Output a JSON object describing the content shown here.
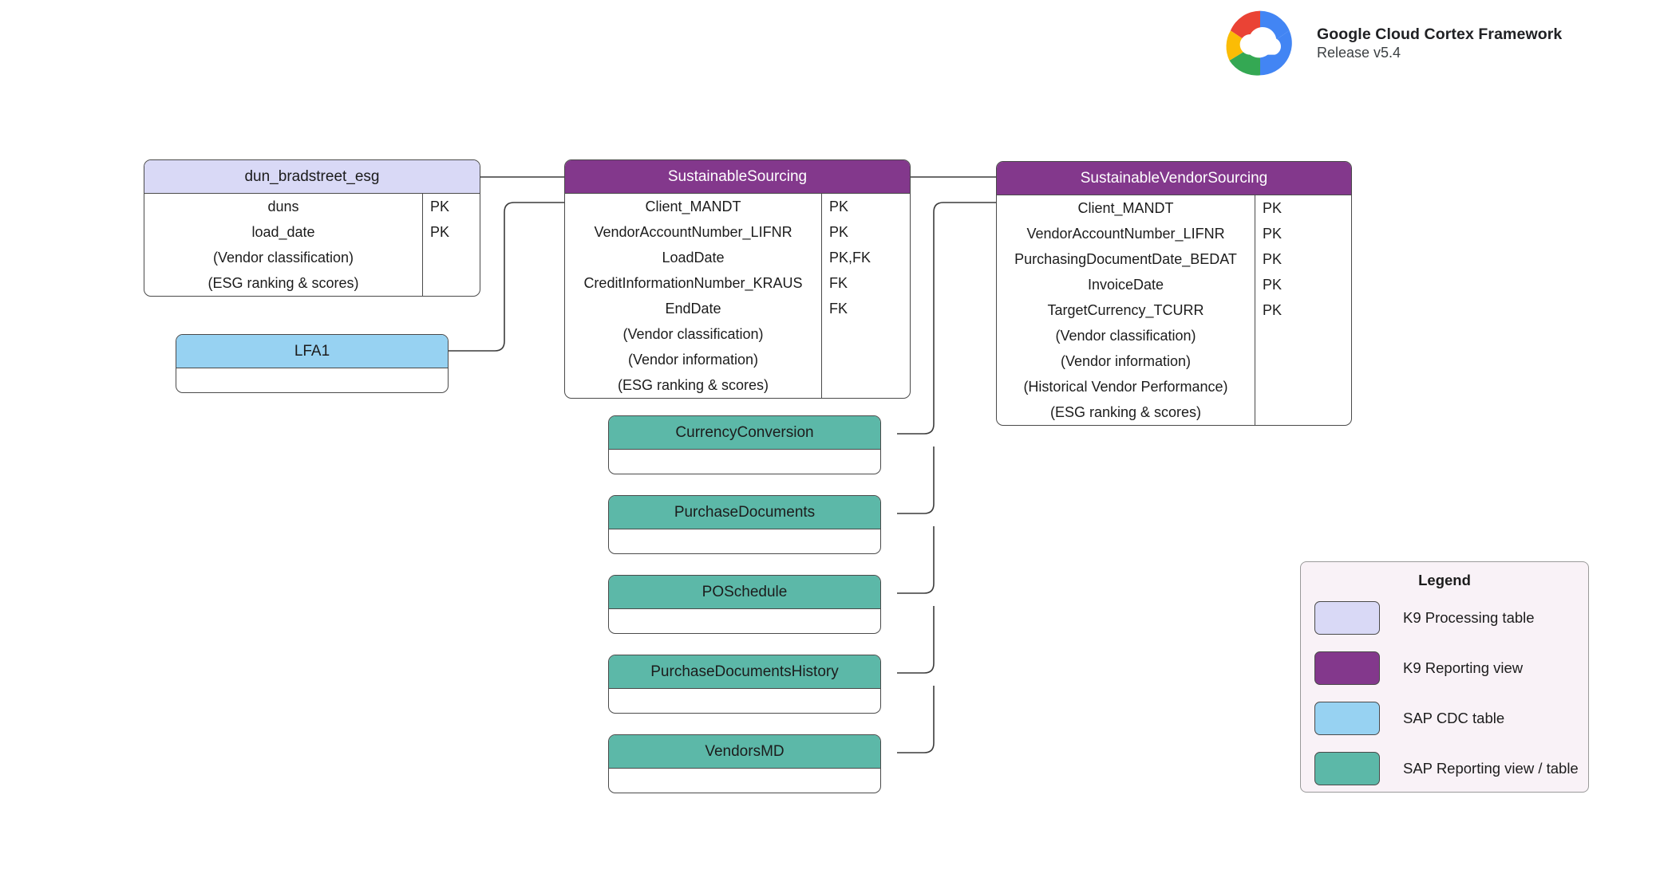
{
  "brand": {
    "title": "Google Cloud Cortex Framework",
    "subtitle": "Release v5.4",
    "logo_icon": "google-cloud-logo"
  },
  "colors": {
    "k9_processing_table": "#d9d9f6",
    "k9_reporting_view": "#83388c",
    "sap_cdc_table": "#97d2f2",
    "sap_reporting_view": "#5cb8a8",
    "connector_line": "#3c3c3c",
    "legend_background": "#f9f2f7",
    "box_border": "#4a4a4a"
  },
  "entities": [
    {
      "id": "dun_bradstreet_esg",
      "name": "dun_bradstreet_esg",
      "style": "hdr-lavender",
      "fields": [
        {
          "name": "duns",
          "key": "PK"
        },
        {
          "name": "load_date",
          "key": "PK"
        },
        {
          "name": "(Vendor classification)",
          "key": ""
        },
        {
          "name": "(ESG ranking & scores)",
          "key": ""
        }
      ]
    },
    {
      "id": "sustainable_sourcing",
      "name": "SustainableSourcing",
      "style": "hdr-purple",
      "fields": [
        {
          "name": "Client_MANDT",
          "key": "PK"
        },
        {
          "name": "VendorAccountNumber_LIFNR",
          "key": "PK"
        },
        {
          "name": "LoadDate",
          "key": "PK,FK"
        },
        {
          "name": "CreditInformationNumber_KRAUS",
          "key": "FK"
        },
        {
          "name": "EndDate",
          "key": "FK"
        },
        {
          "name": "(Vendor classification)",
          "key": ""
        },
        {
          "name": "(Vendor information)",
          "key": ""
        },
        {
          "name": "(ESG ranking & scores)",
          "key": ""
        }
      ]
    },
    {
      "id": "sustainable_vendor_sourcing",
      "name": "SustainableVendorSourcing",
      "style": "hdr-purple",
      "fields": [
        {
          "name": "Client_MANDT",
          "key": "PK"
        },
        {
          "name": "VendorAccountNumber_LIFNR",
          "key": "PK"
        },
        {
          "name": "PurchasingDocumentDate_BEDAT",
          "key": "PK"
        },
        {
          "name": "InvoiceDate",
          "key": "PK"
        },
        {
          "name": "TargetCurrency_TCURR",
          "key": "PK"
        },
        {
          "name": "(Vendor classification)",
          "key": ""
        },
        {
          "name": "(Vendor information)",
          "key": ""
        },
        {
          "name": "(Historical Vendor Performance)",
          "key": ""
        },
        {
          "name": "(ESG ranking & scores)",
          "key": ""
        }
      ]
    },
    {
      "id": "lfa1",
      "name": "LFA1",
      "style": "hdr-blue",
      "fields": []
    },
    {
      "id": "currency_conversion",
      "name": "CurrencyConversion",
      "style": "hdr-teal",
      "fields": []
    },
    {
      "id": "purchase_documents",
      "name": "PurchaseDocuments",
      "style": "hdr-teal",
      "fields": []
    },
    {
      "id": "po_schedule",
      "name": "POSchedule",
      "style": "hdr-teal",
      "fields": []
    },
    {
      "id": "purchase_documents_history",
      "name": "PurchaseDocumentsHistory",
      "style": "hdr-teal",
      "fields": []
    },
    {
      "id": "vendors_md",
      "name": "VendorsMD",
      "style": "hdr-teal",
      "fields": []
    }
  ],
  "legend": {
    "title": "Legend",
    "items": [
      {
        "label": "K9 Processing table",
        "color": "#d9d9f6"
      },
      {
        "label": "K9 Reporting view",
        "color": "#83388c"
      },
      {
        "label": "SAP CDC table",
        "color": "#97d2f2"
      },
      {
        "label": "SAP Reporting view / table",
        "color": "#5cb8a8"
      }
    ]
  }
}
